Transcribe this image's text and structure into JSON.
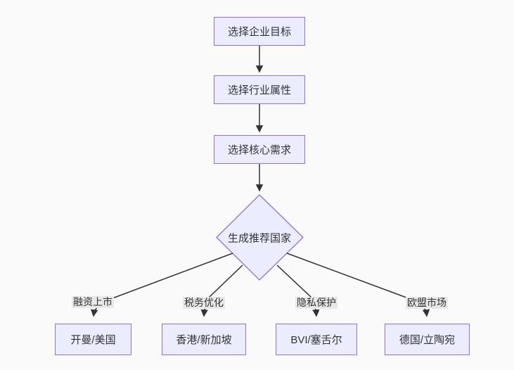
{
  "diagram": {
    "type": "flowchart-top-down",
    "flow_nodes": [
      {
        "id": "step-1",
        "label": "选择企业目标"
      },
      {
        "id": "step-2",
        "label": "选择行业属性"
      },
      {
        "id": "step-3",
        "label": "选择核心需求"
      },
      {
        "id": "decision",
        "label": "生成推荐国家",
        "shape": "diamond"
      }
    ],
    "branches": [
      {
        "edge_label": "融资上市",
        "target": "开曼/美国"
      },
      {
        "edge_label": "税务优化",
        "target": "香港/新加坡"
      },
      {
        "edge_label": "隐私保护",
        "target": "BVI/塞舌尔"
      },
      {
        "edge_label": "欧盟市场",
        "target": "德国/立陶宛"
      }
    ],
    "colors": {
      "node_fill": "#ECECFF",
      "node_border": "#9370DB",
      "edge_line": "#333333",
      "text": "#333333",
      "edge_label_bg": "#e8e8e8",
      "background": "#fafafa"
    }
  }
}
